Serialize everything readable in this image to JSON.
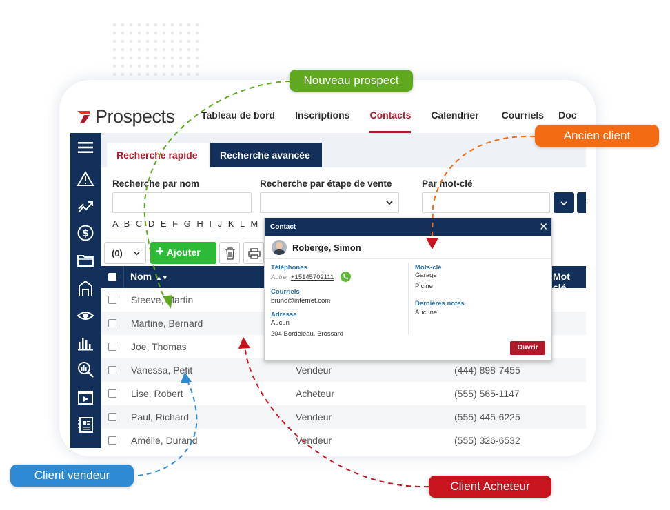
{
  "app": {
    "logo_text": "Prospects",
    "nav": [
      "Tableau de bord",
      "Inscriptions",
      "Contacts",
      "Calendrier",
      "Courriels",
      "Doc"
    ],
    "active_nav": "Contacts"
  },
  "search": {
    "tab_quick": "Recherche rapide",
    "tab_advanced": "Recherche avancée",
    "label_name": "Recherche par nom",
    "label_stage": "Recherche par étape de vente",
    "label_keyword": "Par mot-clé",
    "alphabet": "A B C D E F G H I J K L M N O P"
  },
  "toolbar": {
    "count": "(0)",
    "add_label": "Ajouter"
  },
  "table": {
    "columns": [
      "Nom",
      "Mot clé"
    ],
    "rows": [
      {
        "name": "Steeve, Martin",
        "type": "",
        "phone": ""
      },
      {
        "name": "Martine, Bernard",
        "type": "",
        "phone": ""
      },
      {
        "name": "Joe, Thomas",
        "type": "",
        "phone": ""
      },
      {
        "name": "Vanessa, Petit",
        "type": "Vendeur",
        "phone": "(444) 898-7455"
      },
      {
        "name": "Lise, Robert",
        "type": "Acheteur",
        "phone": "(555) 565-1147"
      },
      {
        "name": "Paul, Richard",
        "type": "Vendeur",
        "phone": "(555) 445-6225"
      },
      {
        "name": "Amélie, Durand",
        "type": "Vendeur",
        "phone": "(555) 326-6532"
      }
    ]
  },
  "popup": {
    "title": "Contact",
    "name": "Roberge, Simon",
    "phones_label": "Téléphones",
    "phone_type": "Autre",
    "phone": "+15145702111",
    "emails_label": "Courriels",
    "email": "bruno@internet.com",
    "address_label": "Adresse",
    "address_line1": "Aucun",
    "address_line2": "204 Bordeleau, Brossard",
    "keywords_label": "Mots-clé",
    "keyword1": "Garage",
    "keyword2": "Picine",
    "notes_label": "Dernières notes",
    "notes": "Aucune",
    "open_button": "Ouvrir"
  },
  "callouts": {
    "new_prospect": "Nouveau prospect",
    "former_client": "Ancien client",
    "seller_client": "Client vendeur",
    "buyer_client": "Client Acheteur"
  },
  "colors": {
    "navy": "#12305a",
    "brand_red": "#b01a2a",
    "green": "#2dbb37",
    "callout_green": "#5fa81f",
    "callout_orange": "#f36b12",
    "callout_blue": "#2e8ad3",
    "callout_red": "#c8141f"
  }
}
